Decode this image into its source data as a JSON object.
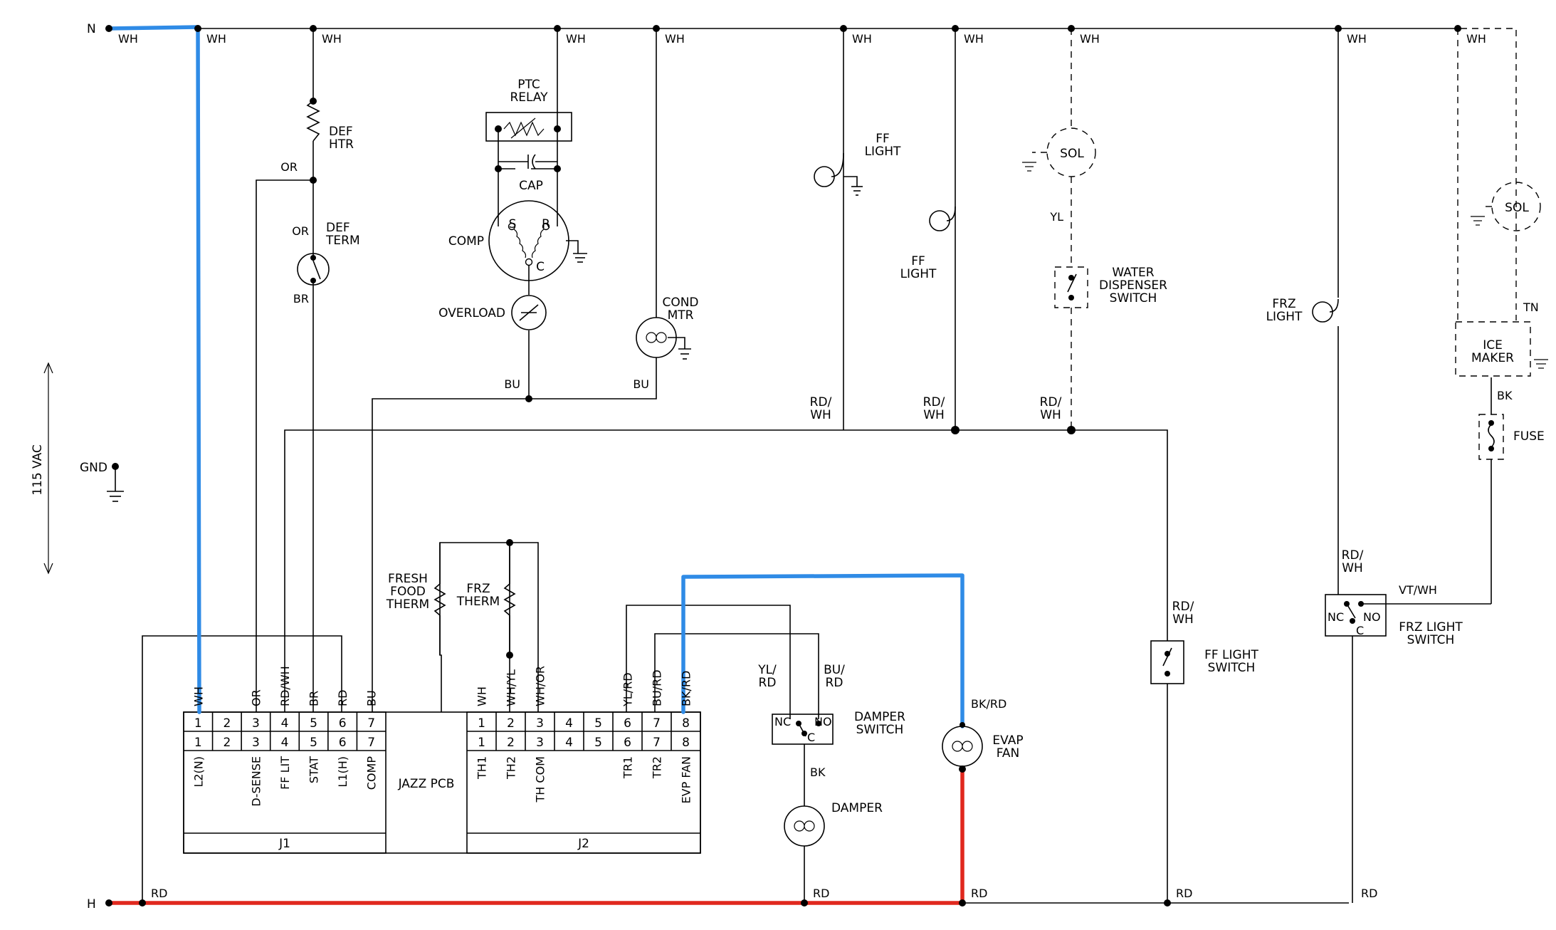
{
  "rails": {
    "neutral": "N",
    "hot": "H",
    "ground": "GND",
    "voltage": "115 VAC"
  },
  "wire_colors": {
    "wh": "WH",
    "rd": "RD",
    "or": "OR",
    "br": "BR",
    "bu": "BU",
    "yl": "YL",
    "bk": "BK",
    "tn": "TN",
    "rd_wh": "RD/\nWH",
    "vt_wh": "VT/WH",
    "bk_rd": "BK/RD",
    "yl_rd": "YL/\nRD",
    "bu_rd": "BU/\nRD"
  },
  "components": {
    "def_htr": "DEF\nHTR",
    "def_term": "DEF\nTERM",
    "ptc_relay": "PTC\nRELAY",
    "cap": "CAP",
    "comp": "COMP",
    "comp_s": "S",
    "comp_r": "R",
    "comp_c": "C",
    "overload": "OVERLOAD",
    "cond_mtr": "COND\nMTR",
    "ff_light": "FF\nLIGHT",
    "sol": "SOL",
    "water_dispenser_switch": "WATER\nDISPENSER\nSWITCH",
    "frz_light": "FRZ\nLIGHT",
    "ice_maker": "ICE\nMAKER",
    "fuse": "FUSE",
    "fresh_food_therm": "FRESH\nFOOD\nTHERM",
    "frz_therm": "FRZ\nTHERM",
    "damper_switch": "DAMPER\nSWITCH",
    "damper": "DAMPER",
    "evap_fan": "EVAP\nFAN",
    "ff_light_switch": "FF LIGHT\nSWITCH",
    "frz_light_switch": "FRZ LIGHT\nSWITCH",
    "nc": "NC",
    "no": "NO",
    "c": "C",
    "jazz_pcb": "JAZZ PCB"
  },
  "connectors": {
    "j1": {
      "label": "J1",
      "pins": [
        "1",
        "2",
        "3",
        "4",
        "5",
        "6",
        "7"
      ],
      "wires": [
        "WH",
        "",
        "OR",
        "RD/WH",
        "BR",
        "RD",
        "BU"
      ],
      "signals": [
        "L2(N)",
        "",
        "D-SENSE",
        "FF LIT",
        "STAT",
        "L1(H)",
        "COMP"
      ]
    },
    "j2": {
      "label": "J2",
      "pins": [
        "1",
        "2",
        "3",
        "4",
        "5",
        "6",
        "7",
        "8"
      ],
      "wires": [
        "WH",
        "WH/YL",
        "WH/OR",
        "",
        "",
        "YL/RD",
        "BU/RD",
        "BK/RD"
      ],
      "signals": [
        "TH1",
        "TH2",
        "TH COM",
        "",
        "",
        "TR1",
        "TR2",
        "EVP FAN"
      ]
    }
  },
  "highlight_colors": {
    "blue": "#2f8be6",
    "red": "#e0281e"
  }
}
